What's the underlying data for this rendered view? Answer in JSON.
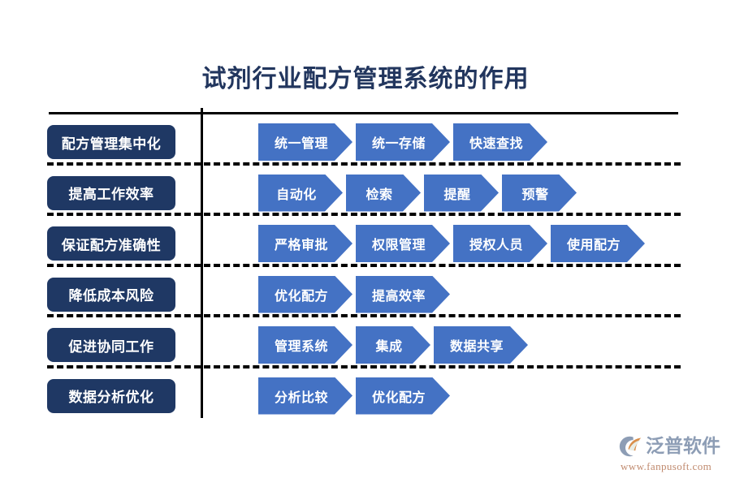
{
  "page": {
    "title": "试剂行业配方管理系统的作用",
    "background_color": "#ffffff",
    "title_color": "#22365e",
    "label_color": "#1f3864",
    "chevron_color": "#4472c4",
    "rule_color": "#000000"
  },
  "rows": [
    {
      "label": "配方管理集中化",
      "steps": [
        "统一管理",
        "统一存储",
        "快速查找"
      ]
    },
    {
      "label": "提高工作效率",
      "steps": [
        "自动化",
        "检索",
        "提醒",
        "预警"
      ]
    },
    {
      "label": "保证配方准确性",
      "steps": [
        "严格审批",
        "权限管理",
        "授权人员",
        "使用配方"
      ]
    },
    {
      "label": "降低成本风险",
      "steps": [
        "优化配方",
        "提高效率"
      ]
    },
    {
      "label": "促进协同工作",
      "steps": [
        "管理系统",
        "集成",
        "数据共享"
      ]
    },
    {
      "label": "数据分析优化",
      "steps": [
        "分析比较",
        "优化配方"
      ]
    }
  ],
  "watermark": {
    "brand": "泛普软件",
    "url": "www.fanpusoft.com",
    "brand_color": "#8d9db5",
    "url_color": "#c08a6e"
  }
}
